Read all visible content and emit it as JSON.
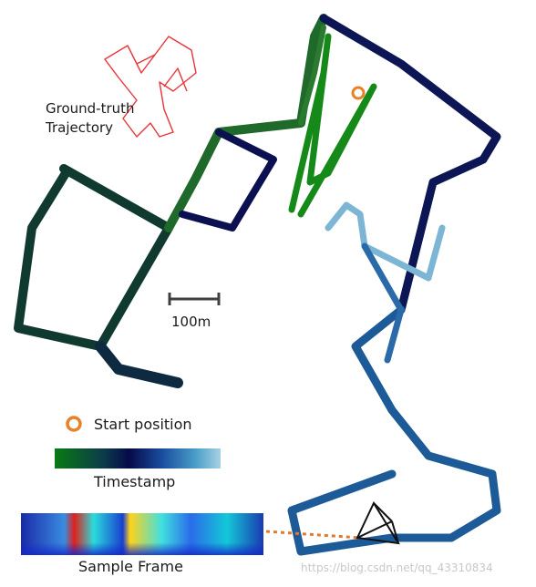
{
  "labels": {
    "ground_truth_line1": "Ground-truth",
    "ground_truth_line2": "Trajectory",
    "scale": "100m",
    "start_position": "Start position",
    "timestamp": "Timestamp",
    "sample_frame": "Sample Frame",
    "watermark": "https://blog.csdn.net/qq_43310834"
  },
  "colors": {
    "ground_truth": "#e8343a",
    "start_marker": "#e8822a",
    "scale_bar": "#404040",
    "colormap_start": "#0a7a14",
    "colormap_mid": "#060a4a",
    "colormap_end": "#a6d2e4",
    "frame_link": "#e07a30"
  }
}
